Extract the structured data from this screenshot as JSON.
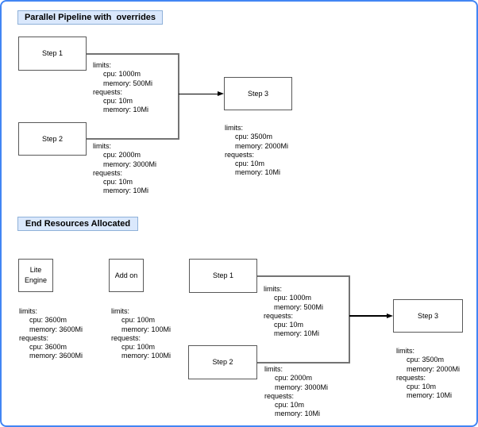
{
  "frame": {
    "border_color": "#4285f4",
    "background": "#ffffff",
    "header_fill": "#dae8fc",
    "header_border": "#8fb1d9",
    "connector_color": "#737373",
    "arrow_color": "#000000"
  },
  "top_section": {
    "header": "Parallel Pipeline with  overrides",
    "nodes": {
      "step1": "Step 1",
      "step2": "Step 2",
      "step3": "Step 3"
    },
    "resources": {
      "step1": {
        "limits_label": "limits:",
        "limits_cpu": "cpu: 1000m",
        "limits_memory": "memory: 500Mi",
        "requests_label": "requests:",
        "requests_cpu": "cpu: 10m",
        "requests_memory": "memory: 10Mi"
      },
      "step2": {
        "limits_label": "limits:",
        "limits_cpu": "cpu: 2000m",
        "limits_memory": "memory: 3000Mi",
        "requests_label": "requests:",
        "requests_cpu": "cpu: 10m",
        "requests_memory": "memory: 10Mi"
      },
      "step3": {
        "limits_label": "limits:",
        "limits_cpu": "cpu: 3500m",
        "limits_memory": "memory: 2000Mi",
        "requests_label": "requests:",
        "requests_cpu": "cpu: 10m",
        "requests_memory": "memory: 10Mi"
      }
    }
  },
  "bottom_section": {
    "header": "End Resources Allocated",
    "nodes": {
      "lite_engine": "Lite Engine",
      "add_on": "Add on",
      "step1": "Step 1",
      "step2": "Step 2",
      "step3": "Step 3"
    },
    "resources": {
      "lite_engine": {
        "limits_label": "limits:",
        "limits_cpu": "cpu: 3600m",
        "limits_memory": "memory: 3600Mi",
        "requests_label": "requests:",
        "requests_cpu": "cpu: 3600m",
        "requests_memory": "memory: 3600Mi"
      },
      "add_on": {
        "limits_label": "limits:",
        "limits_cpu": "cpu: 100m",
        "limits_memory": "memory: 100Mi",
        "requests_label": "requests:",
        "requests_cpu": "cpu: 100m",
        "requests_memory": "memory: 100Mi"
      },
      "step1": {
        "limits_label": "limits:",
        "limits_cpu": "cpu: 1000m",
        "limits_memory": "memory: 500Mi",
        "requests_label": "requests:",
        "requests_cpu": "cpu: 10m",
        "requests_memory": "memory: 10Mi"
      },
      "step2": {
        "limits_label": "limits:",
        "limits_cpu": "cpu: 2000m",
        "limits_memory": "memory: 3000Mi",
        "requests_label": "requests:",
        "requests_cpu": "cpu: 10m",
        "requests_memory": "memory: 10Mi"
      },
      "step3": {
        "limits_label": "limits:",
        "limits_cpu": "cpu: 3500m",
        "limits_memory": "memory: 2000Mi",
        "requests_label": "requests:",
        "requests_cpu": "cpu: 10m",
        "requests_memory": "memory: 10Mi"
      }
    }
  }
}
